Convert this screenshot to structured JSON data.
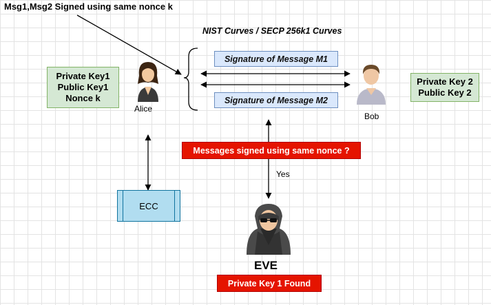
{
  "header": {
    "title": "Msg1,Msg2 Signed using same nonce k",
    "curves": "NIST Curves /  SECP 256k1 Curves"
  },
  "alice": {
    "label": "Alice",
    "keys": [
      "Private Key1",
      "Public Key1",
      "Nonce k"
    ]
  },
  "bob": {
    "label": "Bob",
    "keys": [
      "Private Key 2",
      "Public Key 2"
    ]
  },
  "signatures": {
    "m1": "Signature of Message M1",
    "m2": "Signature of Message M2"
  },
  "question": "Messages signed using same nonce  ?",
  "yes_label": "Yes",
  "ecc": "ECC",
  "eve": {
    "label": "EVE",
    "result": "Private Key 1 Found"
  },
  "colors": {
    "green_fill": "#d5e8d4",
    "blue_fill": "#dae8fc",
    "red_fill": "#e51400",
    "ecc_fill": "#b1ddf0"
  }
}
